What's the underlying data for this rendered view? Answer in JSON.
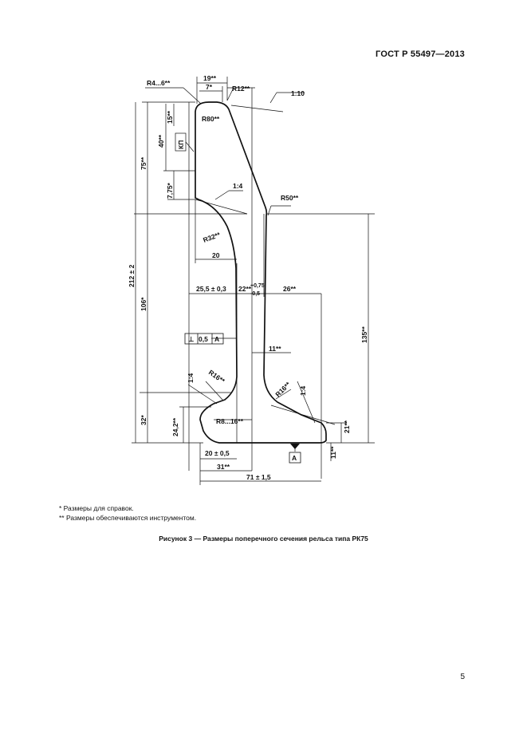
{
  "header": {
    "standard": "ГОСТ Р 55497—2013"
  },
  "drawing": {
    "labels": {
      "r4_6": "R4...6**",
      "w19": "19**",
      "w7": "7*",
      "r12": "R12**",
      "slope_1_10": "1:10",
      "h15": "15**",
      "r80": "R80**",
      "h40": "40**",
      "mark": "КП",
      "h75": "75**",
      "h7_75": "7,75*",
      "slope_1_4_top": "1:4",
      "r50": "R50**",
      "r32": "R32**",
      "w20": "20",
      "h212": "212 ± 2",
      "h106": "106*",
      "w25_5": "25,5 ± 0,3",
      "w22_tol": "22**",
      "tol_upper": "+0,75",
      "tol_lower": "-0,5",
      "w26": "26**",
      "h135": "135**",
      "perp_symbol": "⊥",
      "perp_value": "0,5",
      "datum_ref": "A",
      "w11": "11**",
      "slope_1_4_left": "1:4",
      "r16_left": "R16**",
      "r16_right": "R16**",
      "slope_1_4_right": "1:4",
      "h32": "32*",
      "h24_2": "24,2**",
      "r8_16": "R8...16**",
      "h21": "21**",
      "w20_05": "20 ± 0,5",
      "datum": "A",
      "h11": "11**",
      "w31": "31**",
      "w71": "71 ± 1,5"
    }
  },
  "notes": [
    "* Размеры для справок.",
    "** Размеры обеспечиваются инструментом."
  ],
  "caption": "Рисунок 3 — Размеры поперечного сечения рельса типа РК75",
  "page_number": "5"
}
